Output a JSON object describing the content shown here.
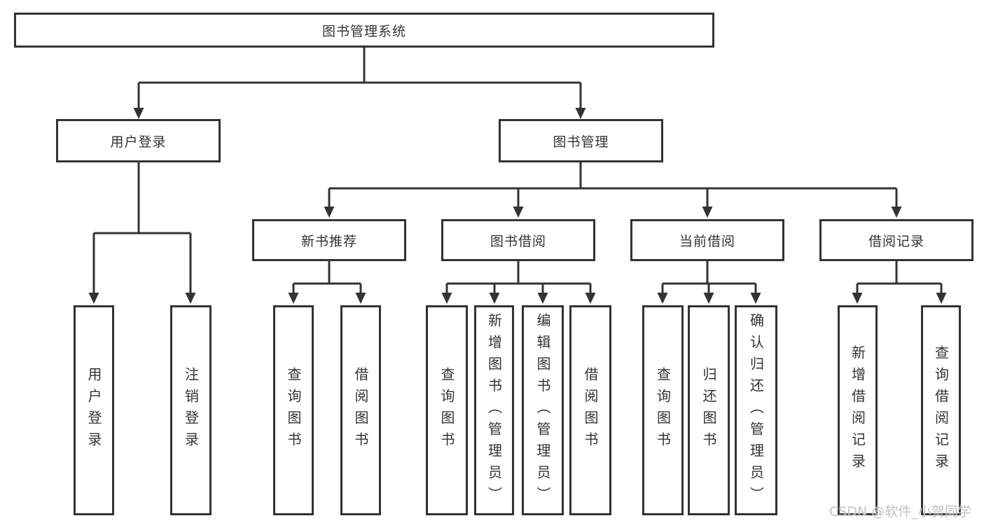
{
  "nodes": {
    "root": {
      "label": "图书管理系统"
    },
    "user_login": {
      "label": "用户登录"
    },
    "book_mgmt": {
      "label": "图书管理"
    },
    "new_books": {
      "label": "新书推荐"
    },
    "book_borrow": {
      "label": "图书借阅"
    },
    "current_borrow": {
      "label": "当前借阅"
    },
    "borrow_records": {
      "label": "借阅记录"
    },
    "leaf_user_login": {
      "label": "用户登录"
    },
    "leaf_logout": {
      "label": "注销登录"
    },
    "leaf_nb_search": {
      "label": "查询图书"
    },
    "leaf_nb_borrow": {
      "label": "借阅图书"
    },
    "leaf_bb_search": {
      "label": "查询图书"
    },
    "leaf_bb_add": {
      "label": "新增图书（管理员）"
    },
    "leaf_bb_edit": {
      "label": "编辑图书（管理员）"
    },
    "leaf_bb_borrow": {
      "label": "借阅图书"
    },
    "leaf_cb_search": {
      "label": "查询图书"
    },
    "leaf_cb_return": {
      "label": "归还图书"
    },
    "leaf_cb_confirm": {
      "label": "确认归还（管理员）"
    },
    "leaf_rec_add": {
      "label": "新增借阅记录"
    },
    "leaf_rec_search": {
      "label": "查询借阅记录"
    }
  },
  "watermark": {
    "label": "CSDN @软件_小贺同学"
  },
  "colors": {
    "line": "#333333",
    "text": "#333333",
    "box_background": "#ffffff",
    "page_background": "#ffffff",
    "watermark": "#bfbfbf"
  }
}
